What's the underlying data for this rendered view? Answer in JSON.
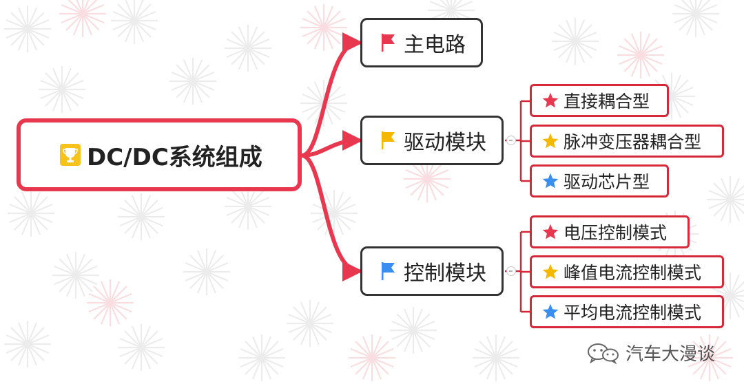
{
  "diagram": {
    "root": {
      "label": "DC/DC系统组成",
      "icon": "trophy-icon"
    },
    "branches": [
      {
        "label": "主电路",
        "flag_color": "#e8384f",
        "children": []
      },
      {
        "label": "驱动模块",
        "flag_color": "#f5b800",
        "children": [
          {
            "label": "直接耦合型",
            "star_color": "#e8384f"
          },
          {
            "label": "脉冲变压器耦合型",
            "star_color": "#f5b800"
          },
          {
            "label": "驱动芯片型",
            "star_color": "#3a8ef0"
          }
        ]
      },
      {
        "label": "控制模块",
        "flag_color": "#3a8ef0",
        "children": [
          {
            "label": "电压控制模式",
            "star_color": "#e8384f"
          },
          {
            "label": "峰值电流控制模式",
            "star_color": "#f5b800"
          },
          {
            "label": "平均电流控制模式",
            "star_color": "#3a8ef0"
          }
        ]
      }
    ]
  },
  "colors": {
    "root_border": "#e8384f",
    "connector": "#e8384f",
    "branch_border": "#333333",
    "leaf_border": "#d7283a",
    "leaf_connector": "#d7283a"
  },
  "watermark": {
    "text": "汽车大漫谈",
    "icon": "wechat-icon"
  }
}
